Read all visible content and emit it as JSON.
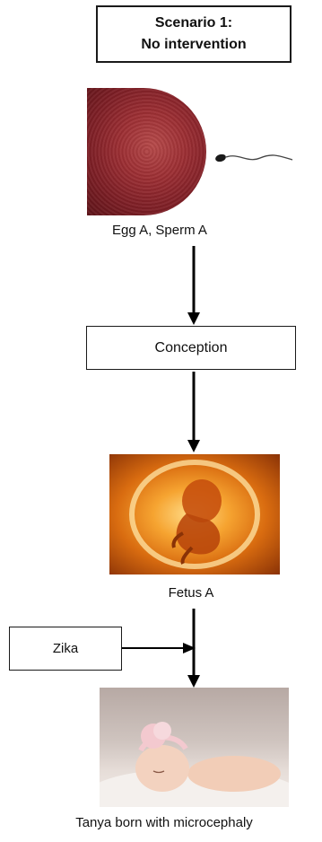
{
  "scenario": {
    "title_line1": "Scenario 1:",
    "title_line2": "No intervention"
  },
  "nodes": {
    "egg_sperm_label": "Egg A, Sperm A",
    "conception_label": "Conception",
    "fetus_label": "Fetus A",
    "zika_label": "Zika",
    "outcome_label": "Tanya born with microcephaly"
  },
  "images": [
    {
      "name": "egg-sperm-photo"
    },
    {
      "name": "fetus-photo"
    },
    {
      "name": "newborn-photo"
    }
  ],
  "colors": {
    "egg": "#9c2e33",
    "fetus_glow": "#f6a431",
    "headband": "#f3c9cf"
  }
}
